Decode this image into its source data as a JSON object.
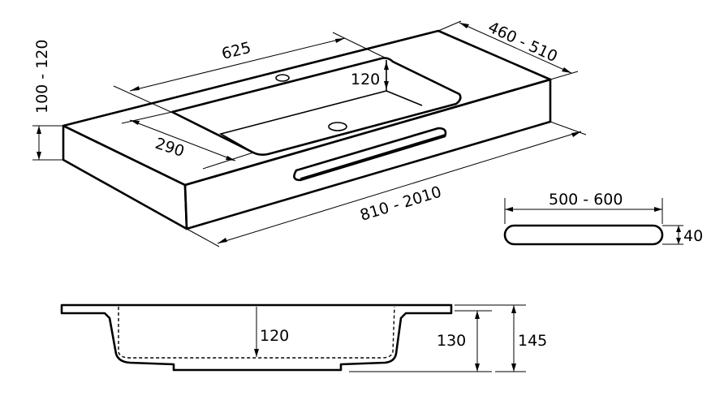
{
  "isometric": {
    "length": "810 - 2010",
    "depth": "460 - 510",
    "basin_length": "625",
    "basin_depth": "290",
    "basin_height": "120",
    "slab_height": "100 - 120"
  },
  "handle": {
    "length": "500 - 600",
    "height": "40"
  },
  "section": {
    "basin_depth": "120",
    "bowl_height": "130",
    "total_height": "145"
  }
}
